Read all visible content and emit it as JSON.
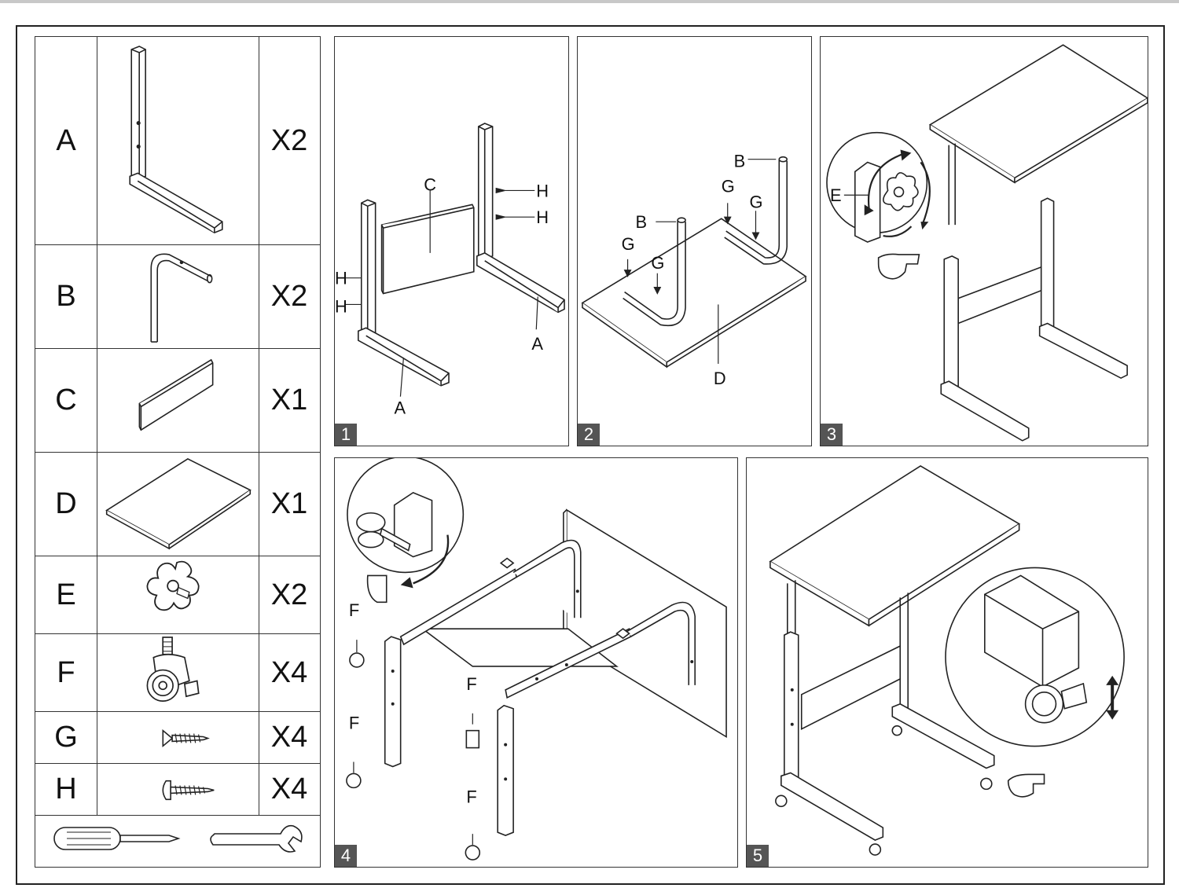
{
  "parts": [
    {
      "letter": "A",
      "qty": "X2",
      "icon": "l-leg-icon"
    },
    {
      "letter": "B",
      "qty": "X2",
      "icon": "bent-tube-icon"
    },
    {
      "letter": "C",
      "qty": "X1",
      "icon": "crossbar-panel-icon"
    },
    {
      "letter": "D",
      "qty": "X1",
      "icon": "tabletop-icon"
    },
    {
      "letter": "E",
      "qty": "X2",
      "icon": "knob-icon"
    },
    {
      "letter": "F",
      "qty": "X4",
      "icon": "caster-wheel-icon"
    },
    {
      "letter": "G",
      "qty": "X4",
      "icon": "flat-screw-icon"
    },
    {
      "letter": "H",
      "qty": "X4",
      "icon": "round-screw-icon"
    }
  ],
  "tools": [
    "screwdriver-icon",
    "wrench-icon"
  ],
  "steps": [
    {
      "number": "1",
      "labels": {
        "c": "C",
        "h1": "H",
        "h2": "H",
        "h3": "H",
        "h4": "H",
        "a1": "A",
        "a2": "A"
      }
    },
    {
      "number": "2",
      "labels": {
        "b1": "B",
        "b2": "B",
        "g1": "G",
        "g2": "G",
        "g3": "G",
        "g4": "G",
        "d": "D"
      }
    },
    {
      "number": "3",
      "labels": {
        "e": "E"
      }
    },
    {
      "number": "4",
      "labels": {
        "f1": "F",
        "f2": "F",
        "f3": "F",
        "f4": "F"
      }
    },
    {
      "number": "5",
      "labels": {}
    }
  ]
}
